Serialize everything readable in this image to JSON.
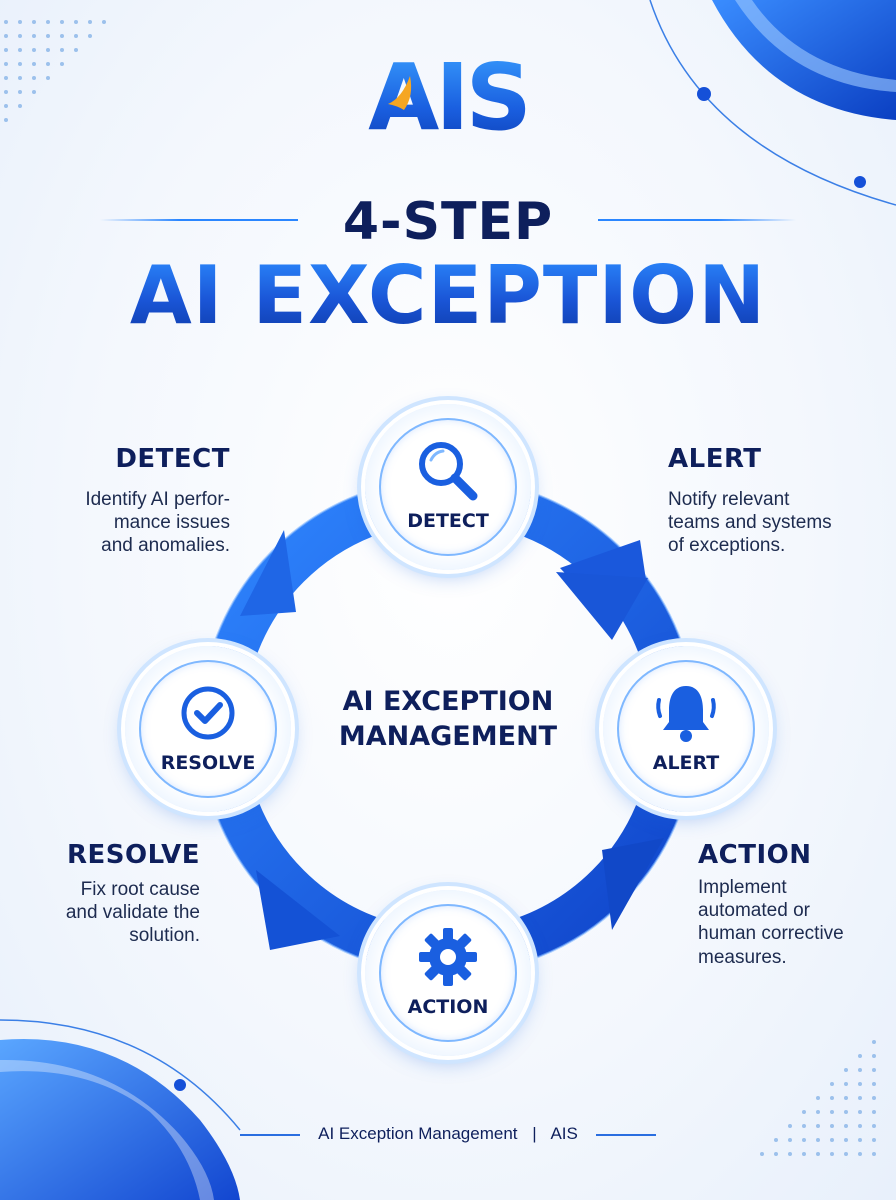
{
  "logo": {
    "text": "AIS"
  },
  "header": {
    "title_line1": "4-STEP",
    "title_line2": "AI EXCEPTION"
  },
  "center": {
    "line1": "AI EXCEPTION",
    "line2": "MANAGEMENT"
  },
  "steps": [
    {
      "node_label": "DETECT",
      "icon": "magnifier-icon",
      "heading": "DETECT",
      "desc": [
        "Identify AI perfor-",
        "mance issues",
        "and anomalies."
      ]
    },
    {
      "node_label": "ALERT",
      "icon": "bell-icon",
      "heading": "ALERT",
      "desc": [
        "Notify relevant",
        "teams and systems",
        "of exceptions."
      ]
    },
    {
      "node_label": "ACTION",
      "icon": "gear-icon",
      "heading": "ACTION",
      "desc": [
        "Implement",
        "automated or",
        "human corrective",
        "measures."
      ]
    },
    {
      "node_label": "RESOLVE",
      "icon": "checkmark-circle-icon",
      "heading": "RESOLVE",
      "desc": [
        "Fix root cause",
        "and validate the",
        "solution."
      ]
    }
  ],
  "footer": {
    "left": "AI Exception Management",
    "separator": "|",
    "right": "AIS"
  },
  "colors": {
    "primary": "#1a5fe0",
    "light": "#3aa0ff",
    "dark_text": "#0e1f5c",
    "accent": "#f5a623"
  }
}
